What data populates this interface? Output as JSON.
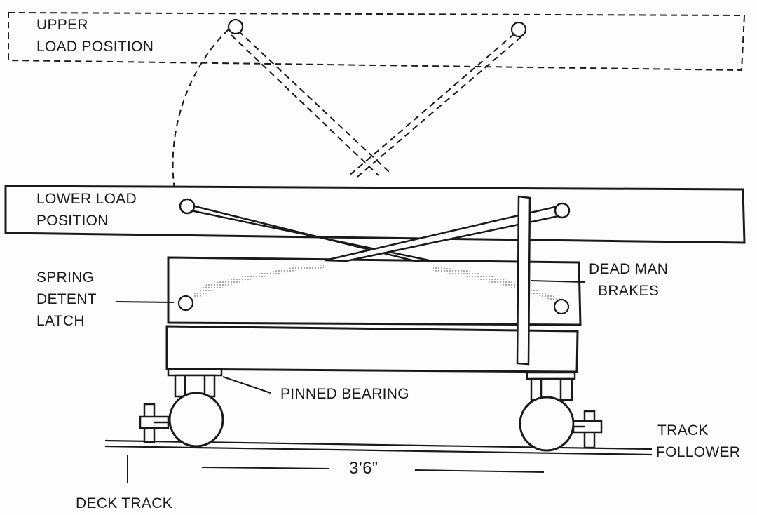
{
  "labels": {
    "upper_load_position": [
      "UPPER",
      "LOAD POSITION"
    ],
    "lower_load_position": [
      "LOWER LOAD",
      "POSITION"
    ],
    "spring_detent_latch": [
      "SPRING",
      "DETENT",
      "LATCH"
    ],
    "dead_man_brakes": [
      "DEAD MAN",
      "BRAKES"
    ],
    "pinned_bearing": "PINNED BEARING",
    "track_follower": [
      "TRACK",
      "FOLLOWER"
    ],
    "deck_track": "DECK TRACK",
    "dimension": "3’6”"
  },
  "colors": {
    "ink": "#1a1a1a",
    "paper": "#fdfdfd",
    "stipple": "#6a6a6a"
  }
}
